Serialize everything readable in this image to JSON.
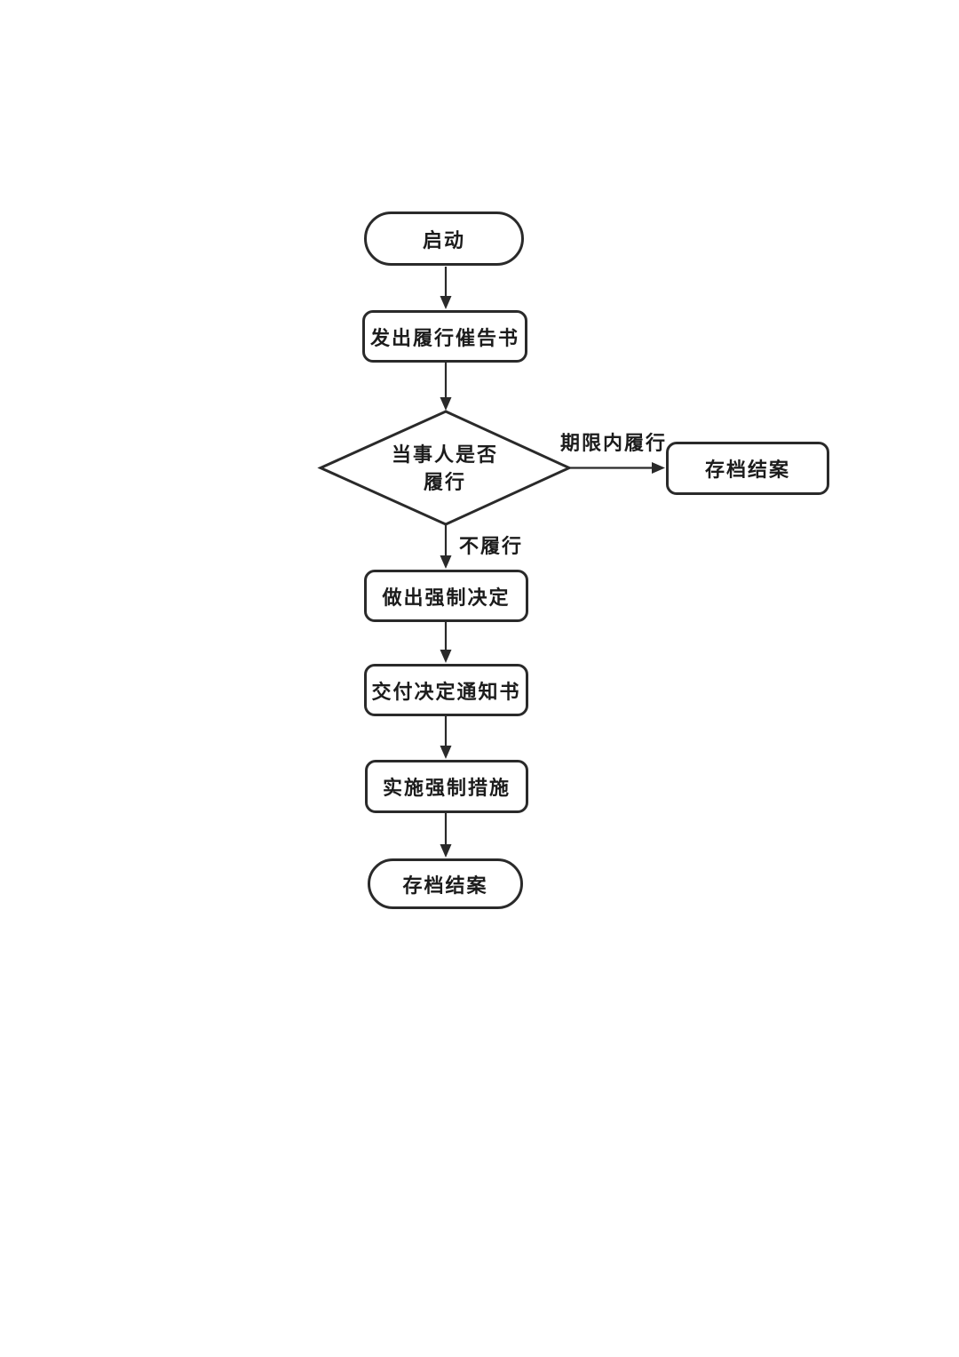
{
  "colors": {
    "background": "#ffffff",
    "stroke": "#2a2a2a",
    "text": "#1c1c1c"
  },
  "nodes": {
    "start": {
      "type": "terminator",
      "label": "启动"
    },
    "issue_notice": {
      "type": "process",
      "label": "发出履行催告书"
    },
    "decision": {
      "type": "decision",
      "label_line1": "当事人是否",
      "label_line2": "履行"
    },
    "archive_right": {
      "type": "process",
      "label": "存档结案"
    },
    "make_decision": {
      "type": "process",
      "label": "做出强制决定"
    },
    "deliver_notice": {
      "type": "process",
      "label": "交付决定通知书"
    },
    "implement_measures": {
      "type": "process",
      "label": "实施强制措施"
    },
    "archive_end": {
      "type": "terminator",
      "label": "存档结案"
    }
  },
  "edge_labels": {
    "within_deadline": "期限内履行",
    "not_perform": "不履行"
  }
}
